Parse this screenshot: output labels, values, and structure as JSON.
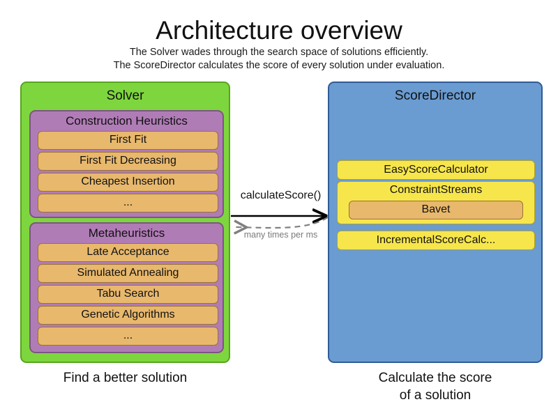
{
  "header": {
    "title": "Architecture overview",
    "subtitle_lines": [
      "The Solver wades through the search space of solutions efficiently.",
      "The ScoreDirector calculates the score of every solution under evaluation."
    ]
  },
  "solver": {
    "title": "Solver",
    "caption": "Find a better solution",
    "panel_color": "#7ED63E",
    "border_color": "#56A61C",
    "groups": [
      {
        "title": "Construction Heuristics",
        "color": "#B07CB6",
        "items": [
          {
            "label": "First Fit"
          },
          {
            "label": "First Fit Decreasing"
          },
          {
            "label": "Cheapest Insertion"
          },
          {
            "label": "..."
          }
        ]
      },
      {
        "title": "Metaheuristics",
        "color": "#B07CB6",
        "items": [
          {
            "label": "Late Acceptance"
          },
          {
            "label": "Simulated Annealing"
          },
          {
            "label": "Tabu Search"
          },
          {
            "label": "Genetic Algorithms"
          },
          {
            "label": "..."
          }
        ]
      }
    ]
  },
  "score_director": {
    "title": "ScoreDirector",
    "caption_lines": [
      "Calculate the score",
      "of a solution"
    ],
    "panel_color": "#6A9BD1",
    "border_color": "#2F5C96",
    "items": [
      {
        "label": "EasyScoreCalculator",
        "color": "#F7E64B"
      },
      {
        "label": "ConstraintStreams",
        "color": "#F7E64B",
        "child": {
          "label": "Bavet",
          "color": "#E8B86D"
        }
      },
      {
        "label": "IncrementalScoreCalc...",
        "color": "#F7E64B"
      }
    ]
  },
  "arrows": {
    "request": {
      "label": "calculateScore()",
      "direction": "right",
      "style": "solid",
      "color": "#000000"
    },
    "response": {
      "label": "many times per ms",
      "direction": "left",
      "style": "dashed",
      "color": "#808080"
    }
  }
}
